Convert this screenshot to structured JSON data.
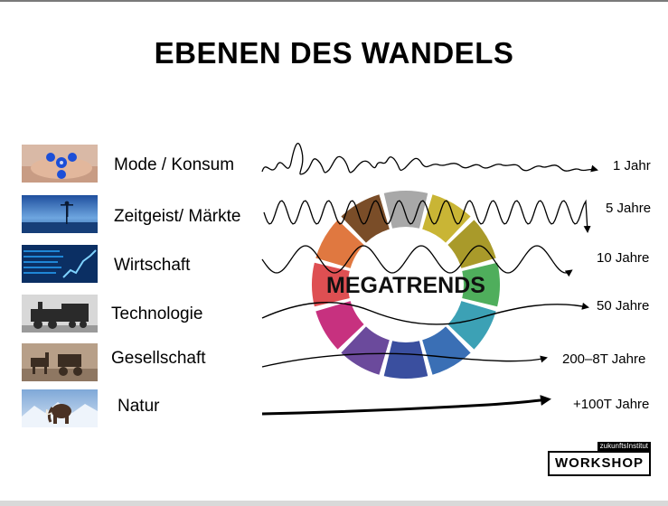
{
  "title": "EBENEN DES WANDELS",
  "center_label": "MEGATRENDS",
  "rows": [
    {
      "label": "Mode / Konsum",
      "duration": "1 Jahr",
      "image": "fidget-spinner-photo"
    },
    {
      "label": "Zeitgeist/ Märkte",
      "duration": "5 Jahre",
      "image": "yoga-silhouette-photo"
    },
    {
      "label": "Wirtschaft",
      "duration": "10 Jahre",
      "image": "stock-chart-photo"
    },
    {
      "label": "Technologie",
      "duration": "50 Jahre",
      "image": "steam-locomotive-photo"
    },
    {
      "label": "Gesellschaft",
      "duration": "200–8T Jahre",
      "image": "horse-carriage-photo"
    },
    {
      "label": "Natur",
      "duration": "+100T Jahre",
      "image": "mammoth-photo"
    }
  ],
  "logo": {
    "top_text": "zukunftsInstitut",
    "box_text": "WORKSHOP"
  },
  "ring_colors": [
    "#a8a8a8",
    "#c9b535",
    "#a99a2a",
    "#4fae5c",
    "#3ca1b5",
    "#3a6fb5",
    "#3a4f9f",
    "#6b4a9c",
    "#c7317f",
    "#de4f52",
    "#e07840",
    "#7a4d28"
  ]
}
